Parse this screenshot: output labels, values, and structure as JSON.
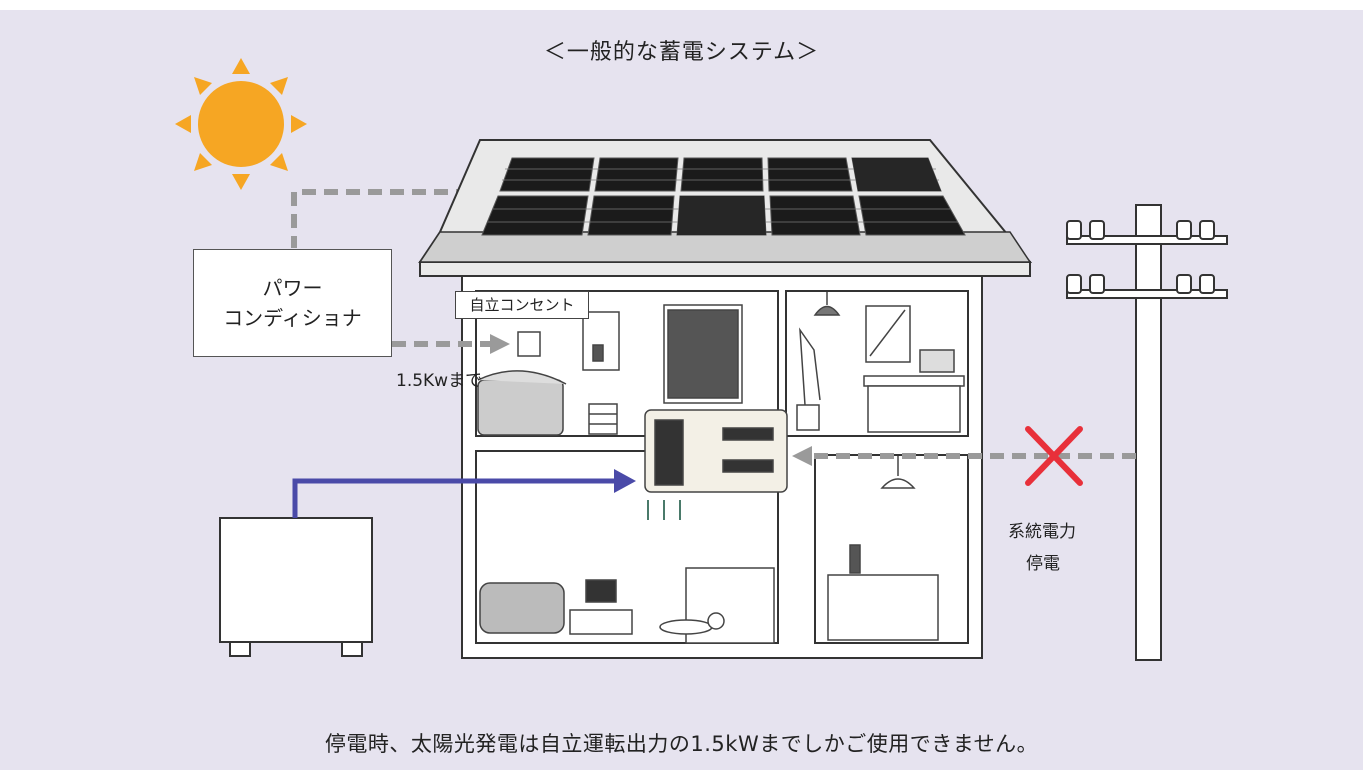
{
  "diagram": {
    "title": "＜一般的な蓄電システム＞",
    "power_conditioner_label": [
      "パワー",
      "コンディショナ"
    ],
    "outlet_label": "自立コンセント",
    "outlet_limit": "1.5Kwまで",
    "grid_status": [
      "系統電力",
      "停電"
    ],
    "caption": "停電時、太陽光発電は自立運転出力の1.5kWまでしかご使用できません。",
    "colors": {
      "background": "#e6e3ef",
      "sun": "#f6a623",
      "battery_line": "#4a4aa8",
      "dashed_line": "#9a9a9a",
      "cross": "#e8303a",
      "solar_panel": "#1b1b1b"
    }
  }
}
